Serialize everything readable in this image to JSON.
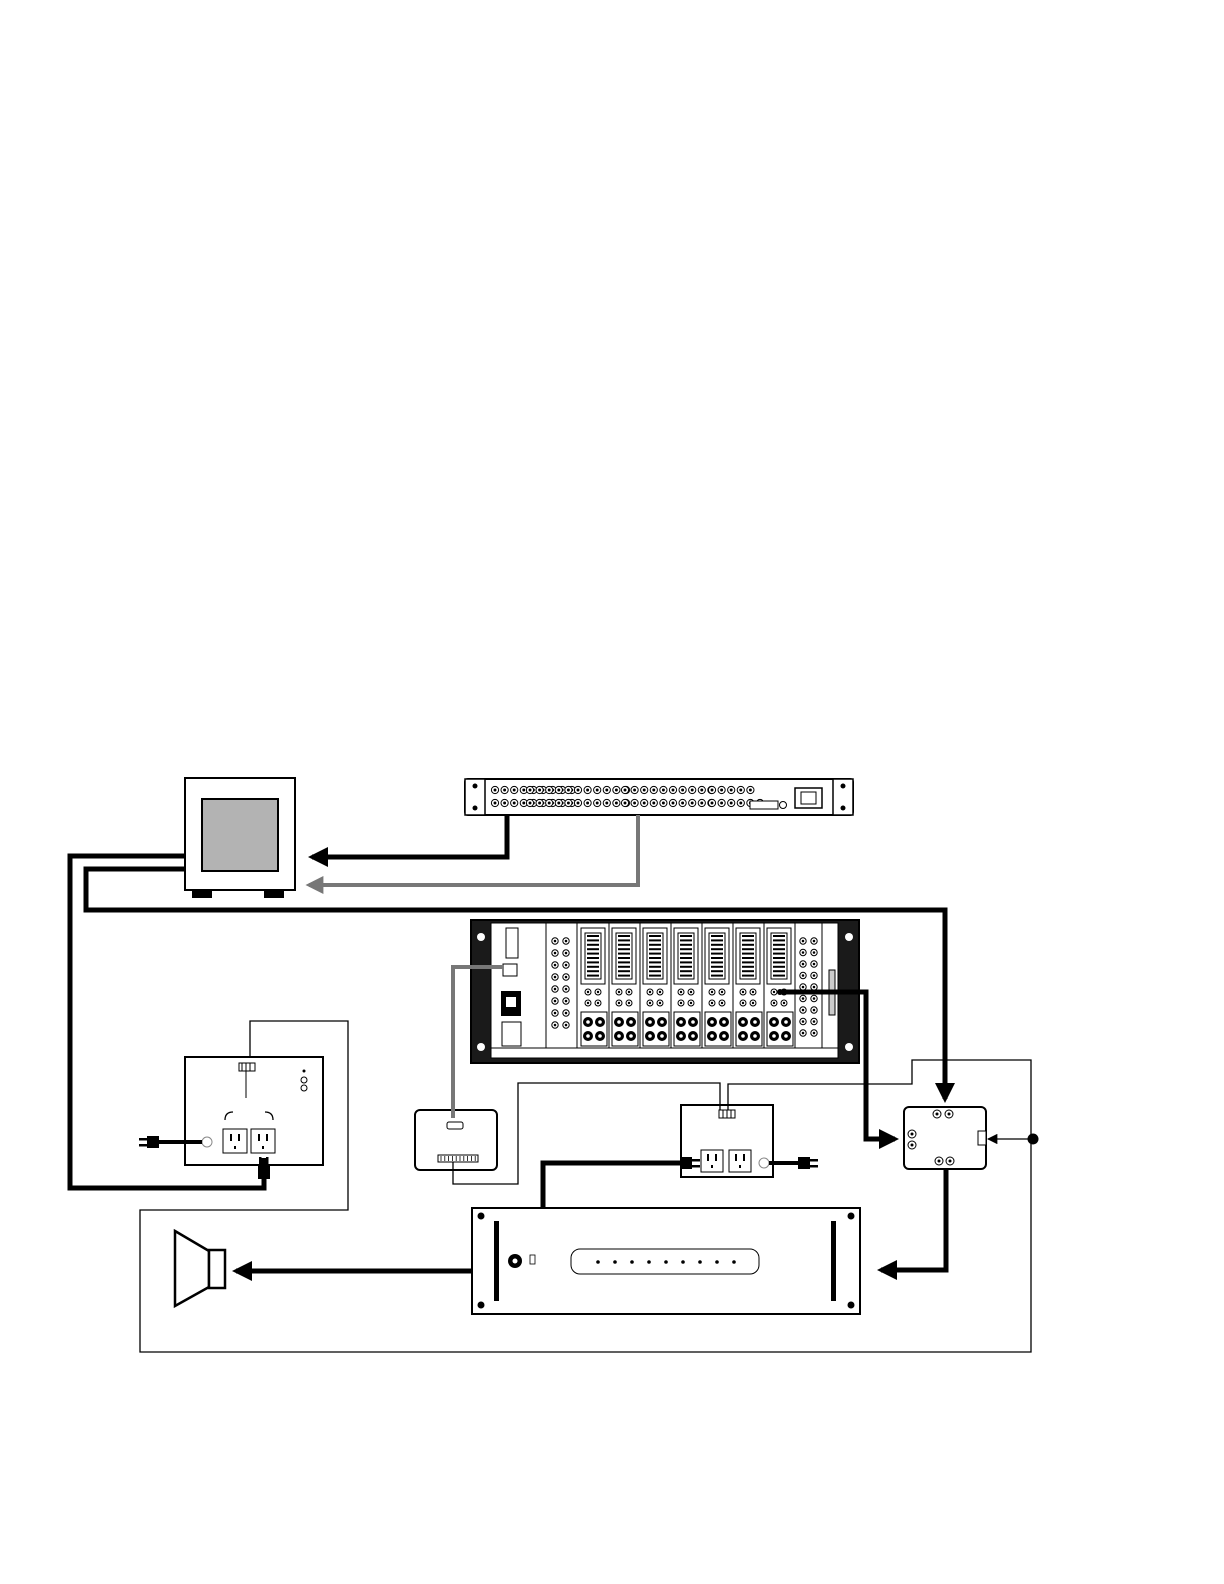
{
  "diagram": {
    "colors": {
      "background": "#ffffff",
      "equipment_outline": "#000000",
      "monitor_screen": "#b3b3b3",
      "signal_cable": "#000000",
      "secondary_cable": "#777777",
      "control_wire": "#000000"
    },
    "components": [
      {
        "id": "monitor",
        "icon": "monitor-icon"
      },
      {
        "id": "patch-panel",
        "icon": "rack-patch-panel-icon"
      },
      {
        "id": "audio-frame",
        "icon": "rack-card-frame-icon"
      },
      {
        "id": "power-sequencer-left",
        "icon": "power-outlet-box-icon"
      },
      {
        "id": "control-interface",
        "icon": "control-box-icon"
      },
      {
        "id": "power-sequencer-center",
        "icon": "power-outlet-box-icon"
      },
      {
        "id": "signal-junction",
        "icon": "junction-box-icon"
      },
      {
        "id": "power-amplifier",
        "icon": "rack-amplifier-icon"
      },
      {
        "id": "loudspeaker",
        "icon": "speaker-icon"
      }
    ]
  }
}
